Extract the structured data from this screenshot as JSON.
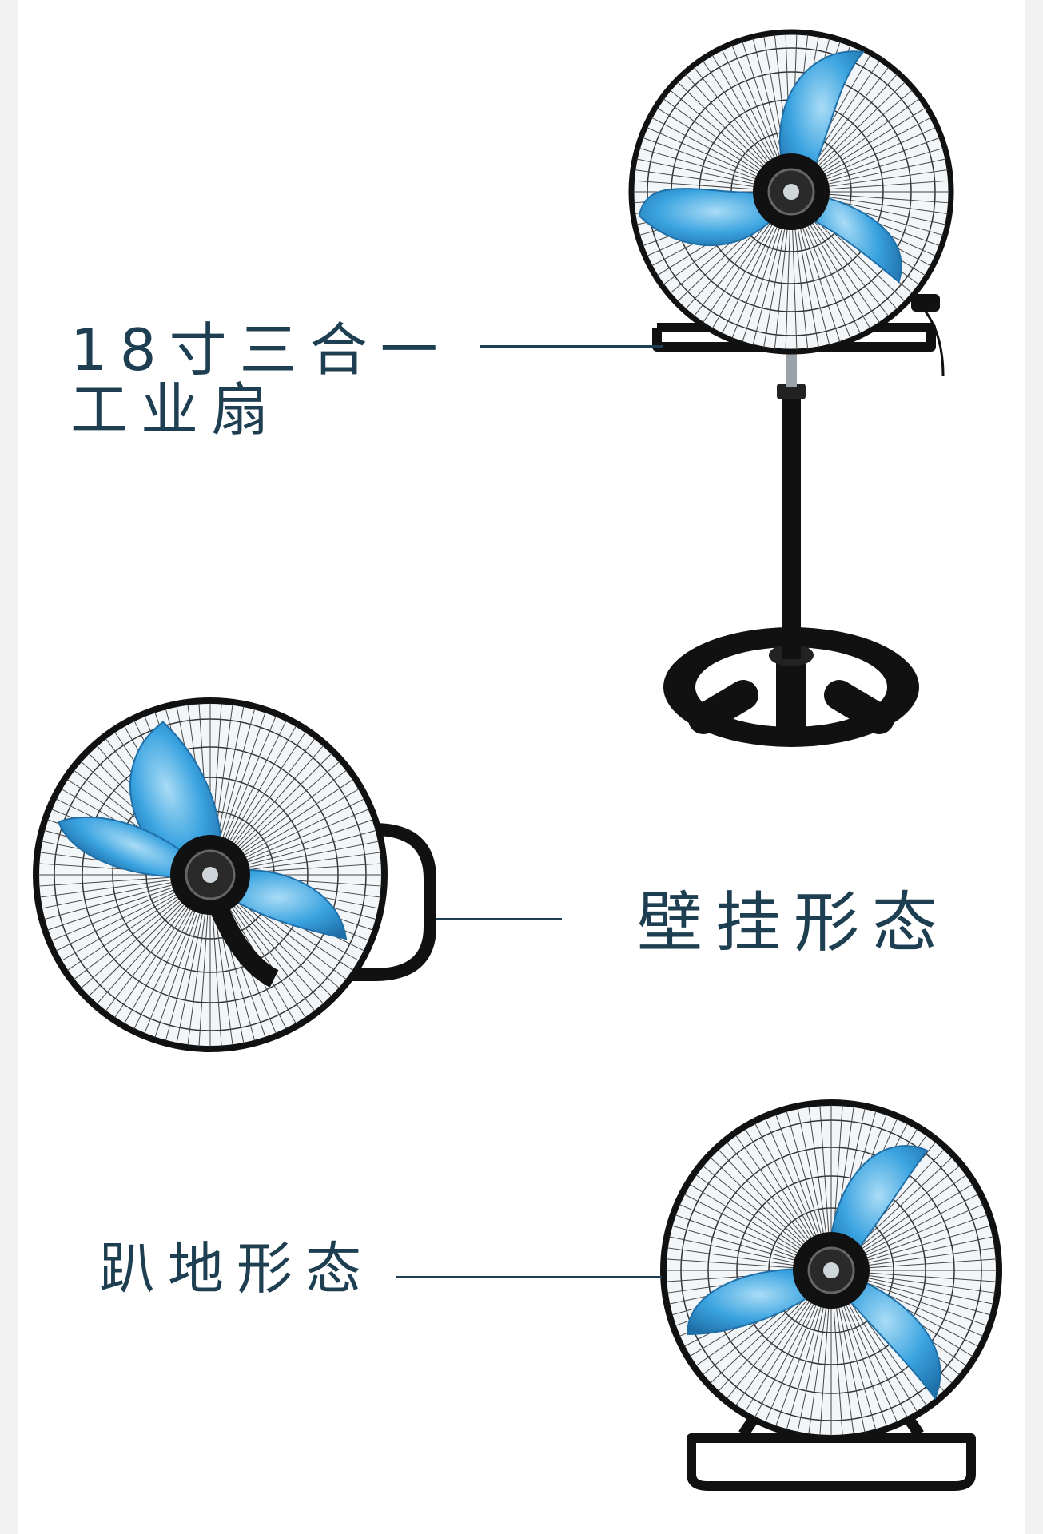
{
  "labels": {
    "standing_line1": "18寸三合一",
    "standing_line2": "工业扇",
    "wall": "壁挂形态",
    "floor": "趴地形态"
  },
  "colors": {
    "text": "#1e3f52",
    "blade": "#3aa3e0",
    "blade_light": "#8fd0f3",
    "metal": "#1a1a1a"
  }
}
